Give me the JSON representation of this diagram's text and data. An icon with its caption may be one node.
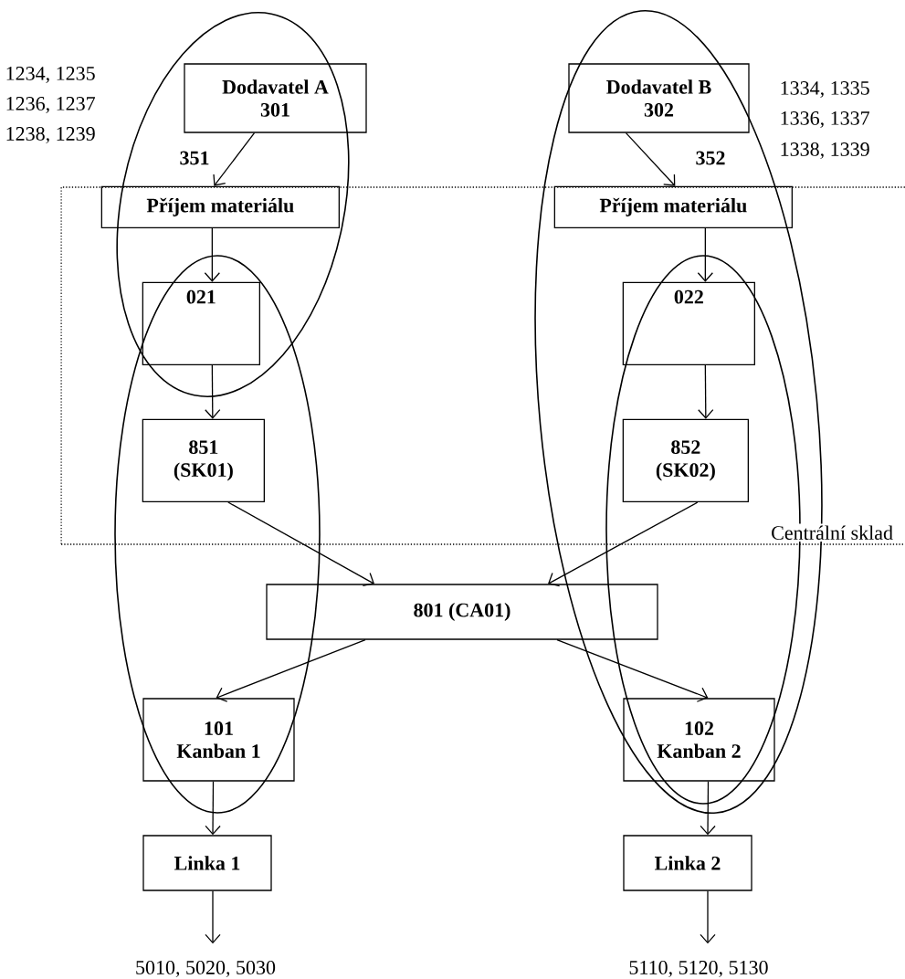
{
  "diagram": {
    "nodes": [
      {
        "text": [
          "Dodavatel A",
          "301"
        ]
      },
      {
        "text": [
          "Dodavatel B",
          "302"
        ]
      },
      {
        "text": [
          "Centrální sklad"
        ]
      },
      {
        "text": [
          "Příjem materiálu"
        ],
        "in": 2
      },
      {
        "text": [
          "Příjem materiálu"
        ],
        "in": 2
      },
      {
        "text": [
          "021"
        ],
        "in": 2
      },
      {
        "text": [
          "022"
        ],
        "in": 2
      },
      {
        "text": [
          "851",
          "(SK01)"
        ],
        "in": 2
      },
      {
        "text": [
          "852",
          "(SK02)"
        ],
        "in": 2
      },
      {
        "text": [
          "801 (CA01)"
        ]
      },
      {
        "text": [
          "101",
          "Kanban 1"
        ]
      },
      {
        "text": [
          "102",
          "Kanban 2"
        ]
      },
      {
        "text": [
          "Linka 1"
        ]
      },
      {
        "text": [
          "Linka 2"
        ]
      },
      {
        "text": [
          "5010, 5020, 5030"
        ]
      },
      {
        "text": [
          "5110, 5120, 5130"
        ]
      }
    ],
    "edges": [
      {
        "from": 0,
        "to": 3,
        "arrow": "to",
        "label": "351"
      },
      {
        "from": 1,
        "to": 4,
        "arrow": "to",
        "label": "352"
      },
      {
        "from": 3,
        "to": 5,
        "arrow": "to"
      },
      {
        "from": 4,
        "to": 6,
        "arrow": "to"
      },
      {
        "from": 5,
        "to": 7,
        "arrow": "to"
      },
      {
        "from": 6,
        "to": 8,
        "arrow": "to"
      },
      {
        "from": 7,
        "to": 9,
        "arrow": "to"
      },
      {
        "from": 8,
        "to": 9,
        "arrow": "to"
      },
      {
        "from": 9,
        "to": 10,
        "arrow": "to"
      },
      {
        "from": 9,
        "to": 11,
        "arrow": "to"
      },
      {
        "from": 10,
        "to": 12,
        "arrow": "to"
      },
      {
        "from": 11,
        "to": 13,
        "arrow": "to"
      },
      {
        "from": 12,
        "to": 14,
        "arrow": "to"
      },
      {
        "from": 13,
        "to": 15,
        "arrow": "to"
      }
    ],
    "labels": [
      "1234, 1235",
      "1236, 1237",
      "1238, 1239",
      "1334, 1335",
      "1336, 1337",
      "1338, 1339"
    ]
  }
}
